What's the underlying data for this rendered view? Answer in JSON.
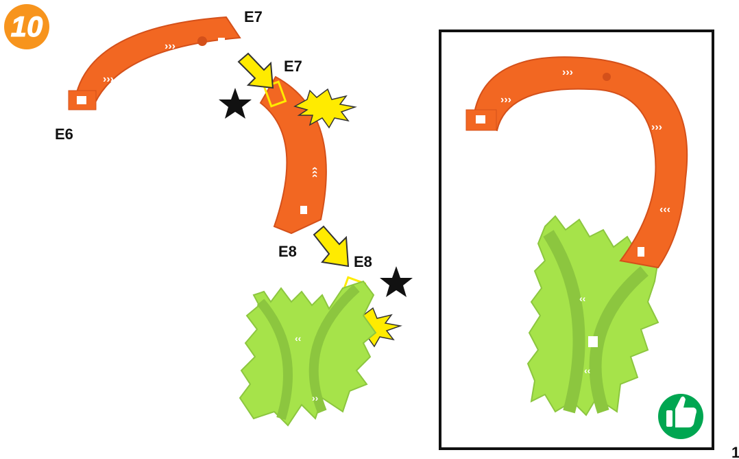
{
  "step": {
    "number": "10"
  },
  "labels": {
    "e6": "E6",
    "e7_top": "E7",
    "e7_mid": "E7",
    "e8_left": "E8",
    "e8_right": "E8"
  },
  "page_number": "1",
  "colors": {
    "track_orange": "#f26722",
    "track_orange_dark": "#d4501a",
    "track_green": "#a6e34a",
    "track_green_dark": "#8cc63f",
    "arrow_yellow": "#ffeb00",
    "badge_orange": "#f7941d",
    "thumb_green": "#00a651"
  },
  "icons": [
    "star-icon",
    "burst-icon",
    "arrow-icon",
    "thumbs-up-icon"
  ]
}
